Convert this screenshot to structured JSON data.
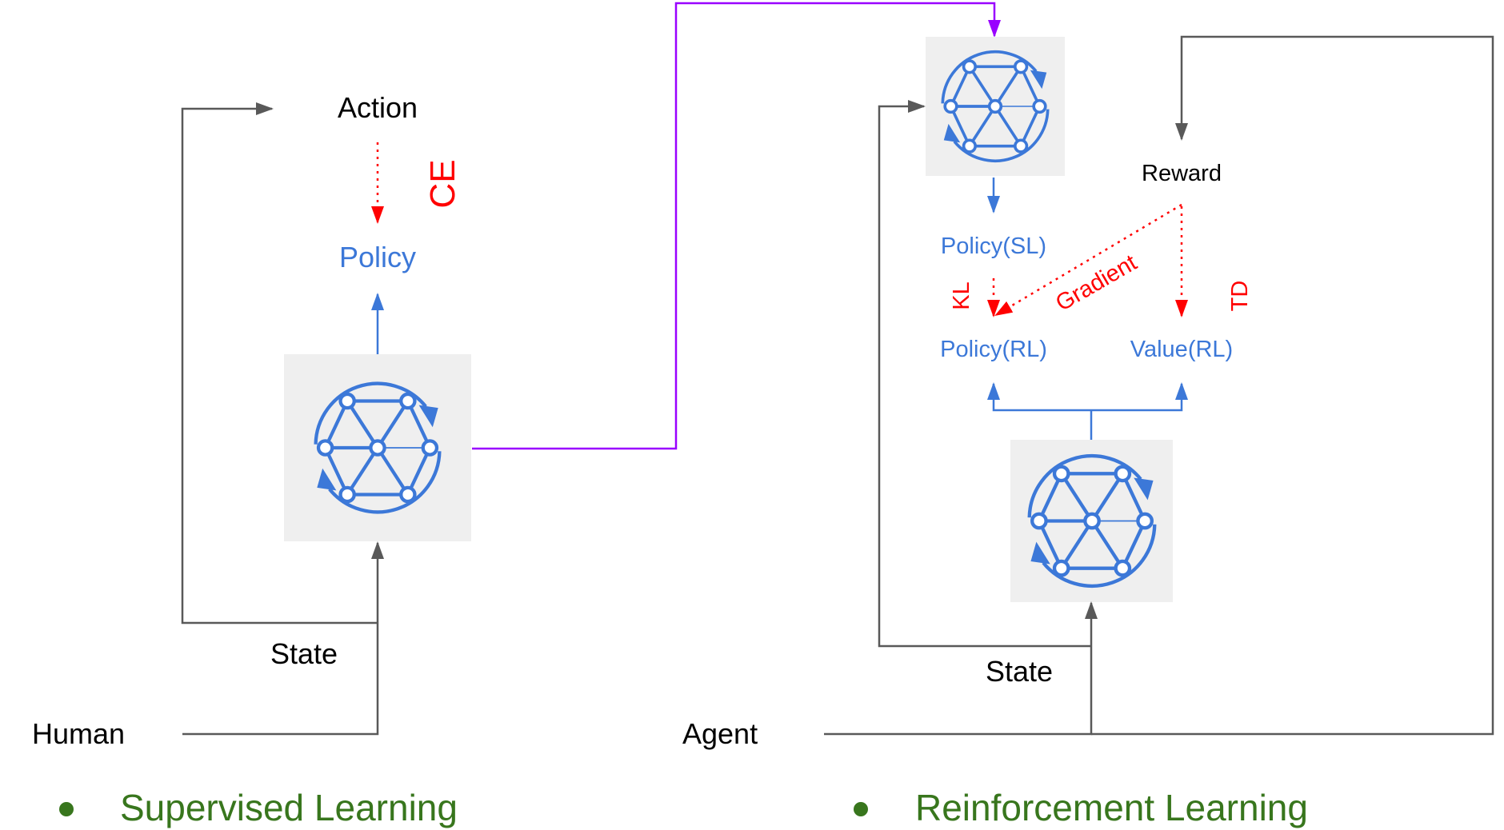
{
  "colors": {
    "blue": "#3c78d8",
    "red": "#ff0000",
    "gray": "#595959",
    "purple": "#9900ff",
    "green": "#38761d",
    "nn_background": "#efefef"
  },
  "icons": [
    "neural-network-icon"
  ],
  "supervised": {
    "action_label": "Action",
    "policy_label": "Policy",
    "ce_label": "CE",
    "state_label": "State",
    "human_label": "Human",
    "section_title": "Supervised Learning"
  },
  "reinforcement": {
    "reward_label": "Reward",
    "policy_sl_label": "Policy(SL)",
    "policy_rl_label": "Policy(RL)",
    "value_rl_label": "Value(RL)",
    "kl_label": "KL",
    "gradient_label": "Gradient",
    "td_label": "TD",
    "state_label": "State",
    "agent_label": "Agent",
    "section_title": "Reinforcement Learning"
  }
}
